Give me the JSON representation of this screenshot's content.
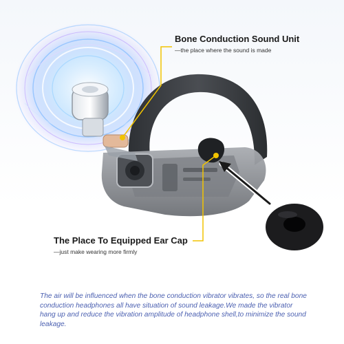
{
  "callouts": {
    "sound_unit": {
      "title": "Bone Conduction Sound Unit",
      "subtitle": "—the place where the sound is made"
    },
    "ear_cap": {
      "title": "The Place To Equipped Ear Cap",
      "subtitle": "—just make wearing more firmly"
    }
  },
  "description": "The air will be influenced when the bone conduction vibrator vibrates, so the real bone conduction headphones all have situation of sound leakage.We made the vibrator hang up and reduce the vibration amplitude of headphone shell,to minimize the sound leakage.",
  "colors": {
    "callout_line": "#f2c400",
    "description_text": "#4a5fb0",
    "shell": "#8a8d92",
    "hook": "#3b3e42",
    "ear_cap": "#1c1c1e"
  },
  "icons": {
    "sound_wave": "sound-wave-rings-icon",
    "arrow": "pointer-arrow-icon"
  }
}
